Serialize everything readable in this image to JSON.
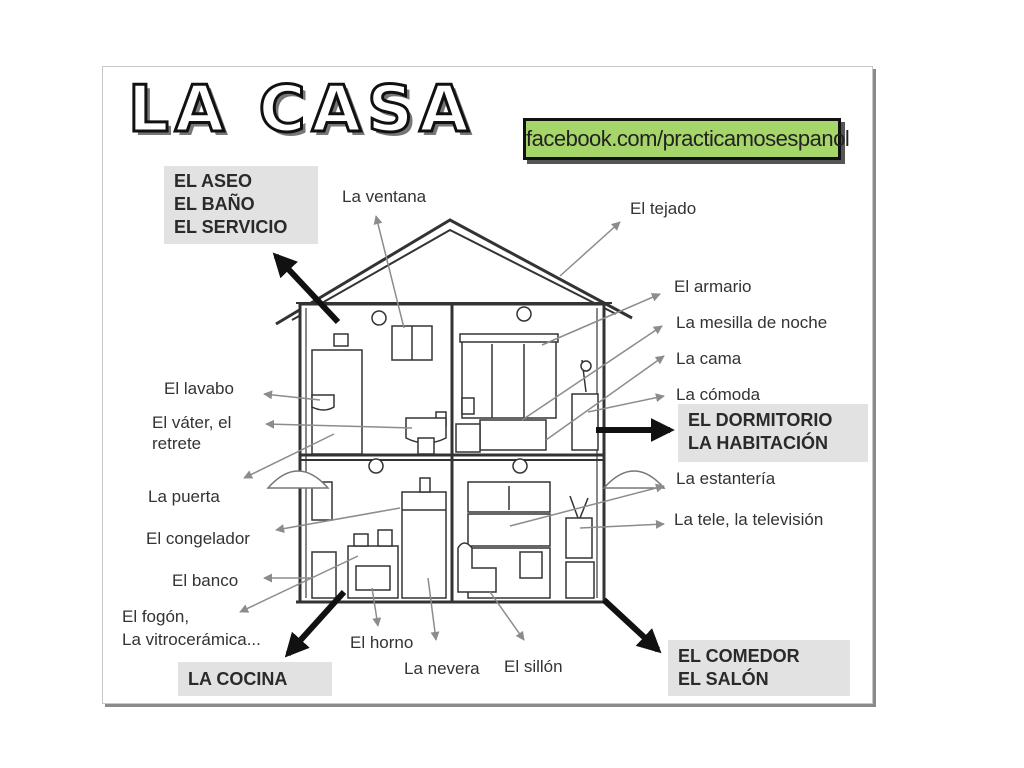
{
  "title": "LA CASA",
  "facebook": "facebook.com/practicamosespanol",
  "rooms": {
    "bano": [
      "EL ASEO",
      "EL BAÑO",
      "EL SERVICIO"
    ],
    "dormitorio": [
      "EL DORMITORIO",
      "LA HABITACIÓN"
    ],
    "cocina": [
      "LA COCINA"
    ],
    "comedor": [
      "EL COMEDOR",
      "EL SALÓN"
    ]
  },
  "labels": {
    "ventana": "La ventana",
    "tejado": "El tejado",
    "armario": "El armario",
    "mesilla": "La mesilla de noche",
    "cama": "La cama",
    "comoda": "La cómoda",
    "lavabo": "El lavabo",
    "vater_1": "El váter, el",
    "vater_2": "retrete",
    "puerta": "La puerta",
    "estanteria": "La estantería",
    "tele": "La tele, la televisión",
    "congelador": "El congelador",
    "banco": "El banco",
    "fogon_1": "El fogón,",
    "fogon_2": "La vitrocerámica...",
    "horno": "El horno",
    "nevera": "La nevera",
    "sillon": "El sillón"
  },
  "colors": {
    "banner_green": "#a6d56a",
    "room_box": "#e2e2e2",
    "arrow": "#111111",
    "pointer": "#8c8c8c"
  }
}
